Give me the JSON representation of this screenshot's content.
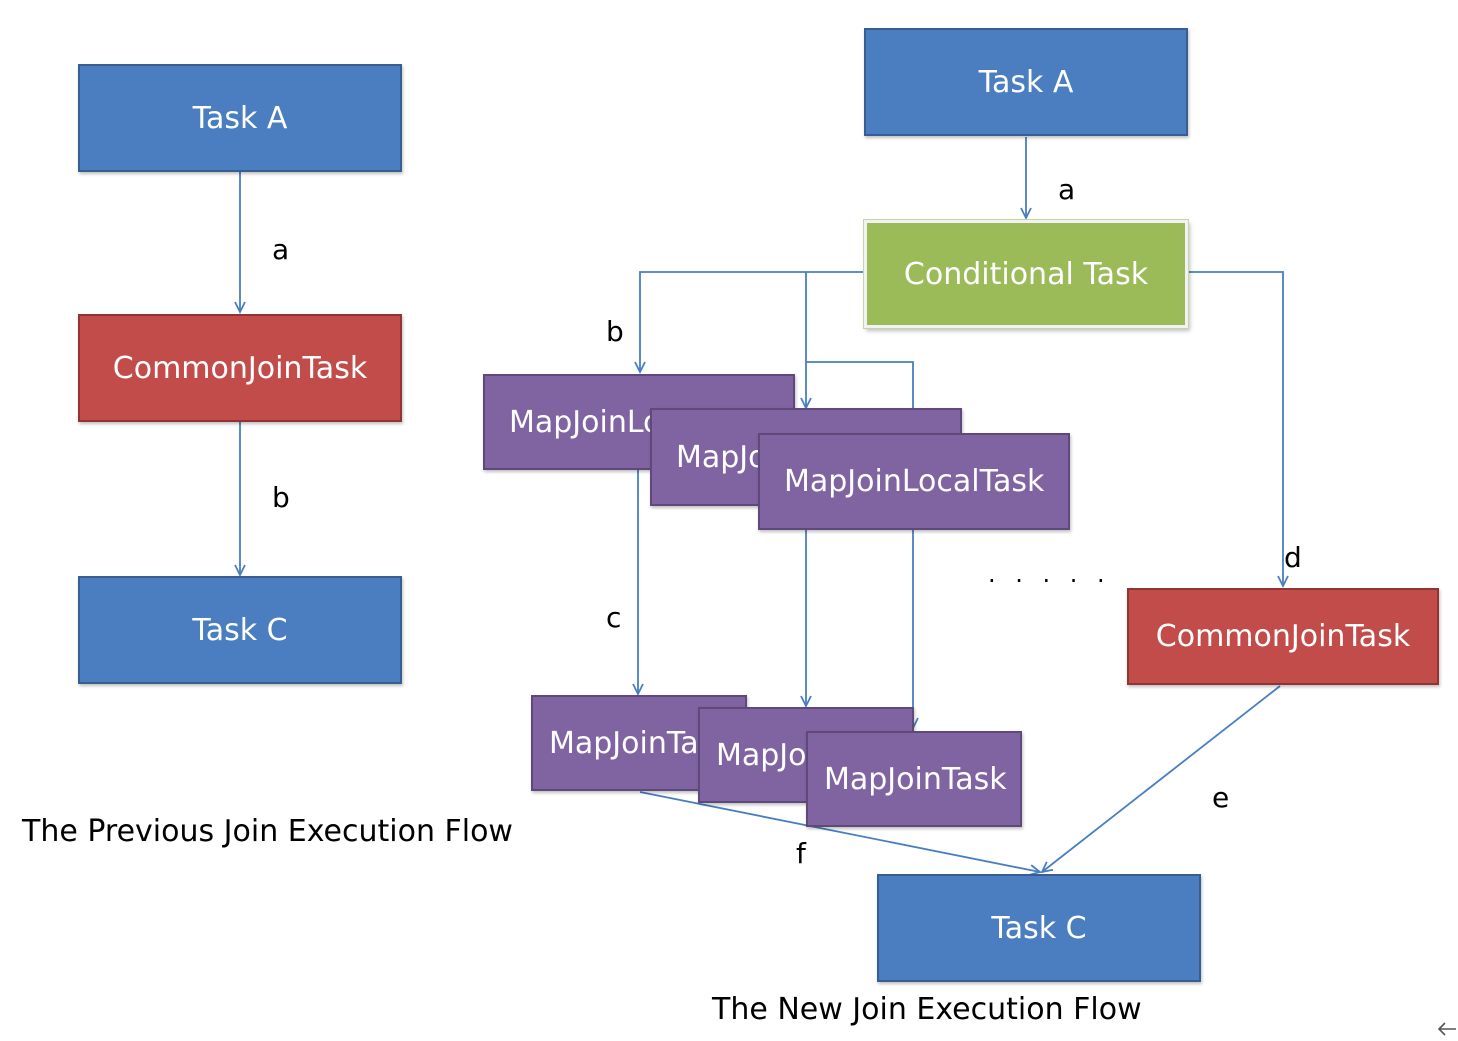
{
  "left_flow": {
    "task_a": "Task A",
    "common_join": "CommonJoinTask",
    "task_c": "Task C",
    "edge_a": "a",
    "edge_b": "b",
    "caption": "The Previous Join Execution Flow"
  },
  "right_flow": {
    "task_a": "Task A",
    "conditional": "Conditional Task",
    "local_task_1": "MapJoinLocalTask",
    "local_task_2": "MapJoinLocalTask",
    "local_task_3": "MapJoinLocalTask",
    "map_task_1": "MapJoinTask",
    "map_task_2": "MapJoinTask",
    "map_task_3": "MapJoinTask",
    "common_join": "CommonJoinTask",
    "task_c": "Task C",
    "edge_a": "a",
    "edge_b": "b",
    "edge_c": "c",
    "edge_d": "d",
    "edge_e": "e",
    "edge_f": "f",
    "ellipsis": ". . . . .",
    "caption": "The New Join Execution Flow"
  },
  "colors": {
    "task": "#4a7ec1",
    "common_join": "#c24c4a",
    "conditional": "#9bbb59",
    "mapjoin": "#8064a2",
    "arrow": "#4a7ec1"
  },
  "icons": {
    "back": "arrow-left-icon"
  }
}
